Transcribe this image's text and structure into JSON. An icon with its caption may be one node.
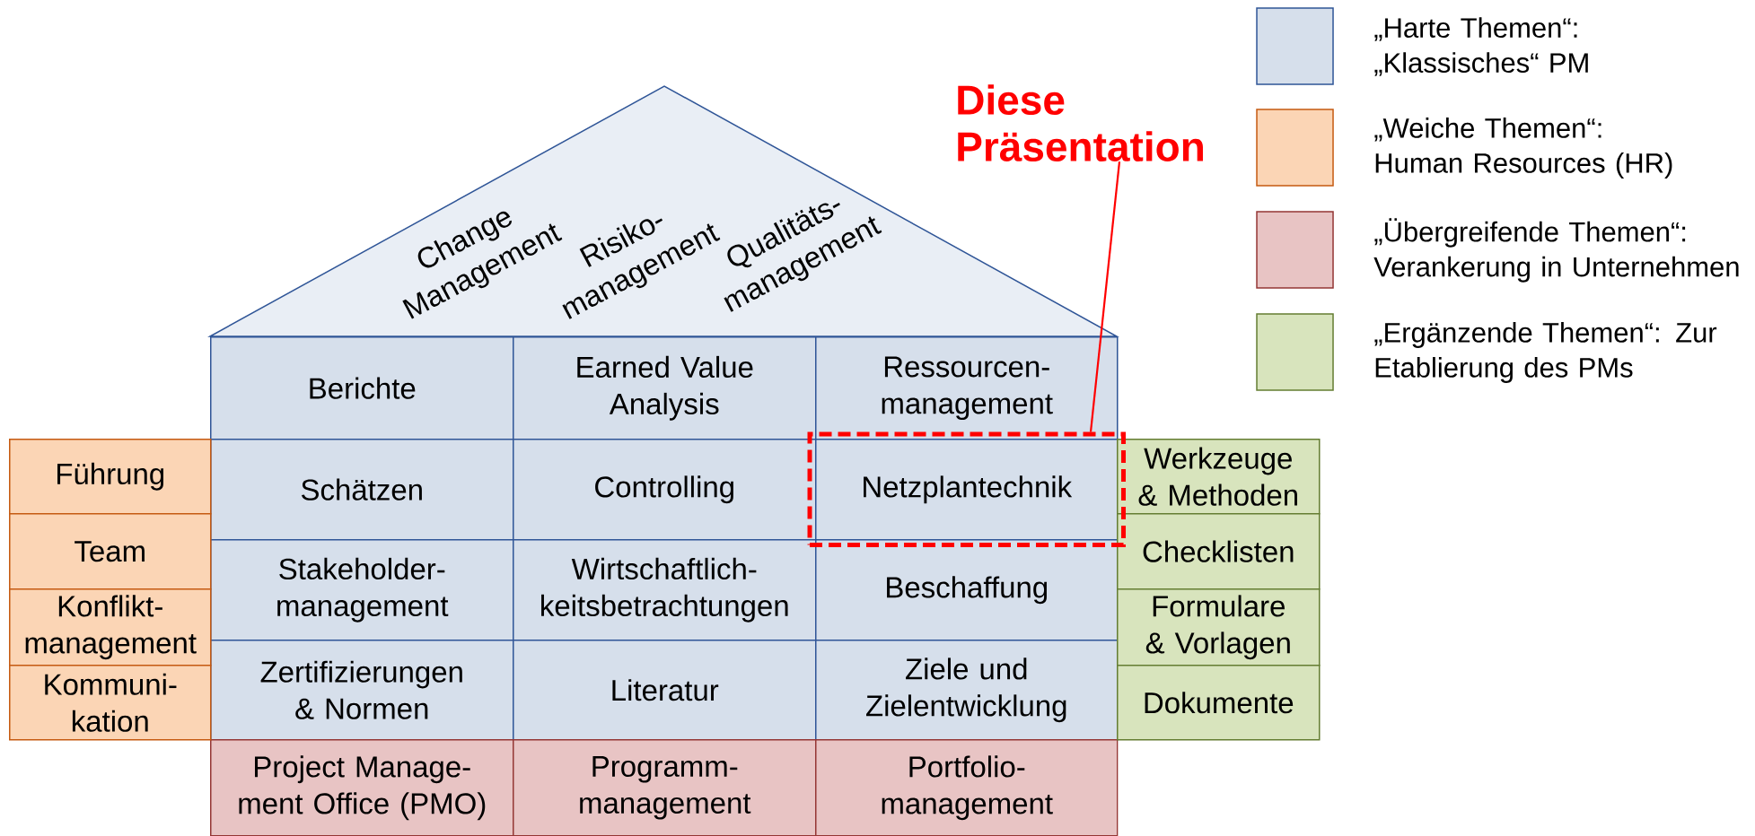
{
  "diagram": {
    "nodes": [
      {
        "text": [
          "Change Management",
          "Risiko- management",
          "Qualitäts- management"
        ]
      },
      {
        "text": [
          "Diese Präsentation"
        ]
      },
      {
        "text": [
          "Berichte"
        ]
      },
      {
        "text": [
          "Earned Value Analysis"
        ]
      },
      {
        "text": [
          "Ressourcen- management"
        ]
      },
      {
        "text": [
          "Schätzen"
        ]
      },
      {
        "text": [
          "Controlling"
        ]
      },
      {
        "text": [],
        "shape": "box"
      },
      {
        "text": [
          "Netzplantechnik"
        ],
        "in": 7
      },
      {
        "text": [
          "Stakeholder- management"
        ]
      },
      {
        "text": [
          "Wirtschaftlich- keitsbetrachtungen"
        ]
      },
      {
        "text": [
          "Beschaffung"
        ]
      },
      {
        "text": [
          "Zertifizierungen & Normen"
        ]
      },
      {
        "text": [
          "Literatur"
        ]
      },
      {
        "text": [
          "Ziele und Zielentwicklung"
        ]
      },
      {
        "text": [
          "Project Manage- ment Office (PMO)"
        ]
      },
      {
        "text": [
          "Programm- management"
        ]
      },
      {
        "text": [
          "Portfolio- management"
        ]
      },
      {
        "text": [
          "Führung"
        ]
      },
      {
        "text": [
          "Team"
        ]
      },
      {
        "text": [
          "Konflikt- management"
        ]
      },
      {
        "text": [
          "Kommuni- kation"
        ]
      },
      {
        "text": [
          "Werkzeuge & Methoden"
        ]
      },
      {
        "text": [
          "Checklisten"
        ]
      },
      {
        "text": [
          "Formulare & Vorlagen"
        ]
      },
      {
        "text": [
          "Dokumente"
        ]
      }
    ],
    "edges": [
      {
        "from": 1,
        "to": 7,
        "arrow": "none",
        "color": "#ff0000"
      }
    ],
    "legend": [
      {
        "text": "„Harte Themen“: „Klassisches“ PM",
        "color": "#d6dfeb"
      },
      {
        "text": "„Weiche Themen“: Human Resources (HR)",
        "color": "#fbd5b5"
      },
      {
        "text": "„Übergreifende Themen“: Verankerung in Unternehmen",
        "color": "#e8c4c4"
      },
      {
        "text": "„Ergänzende Themen“: Zur Etablierung des PMs",
        "color": "#d8e4bd"
      }
    ]
  }
}
